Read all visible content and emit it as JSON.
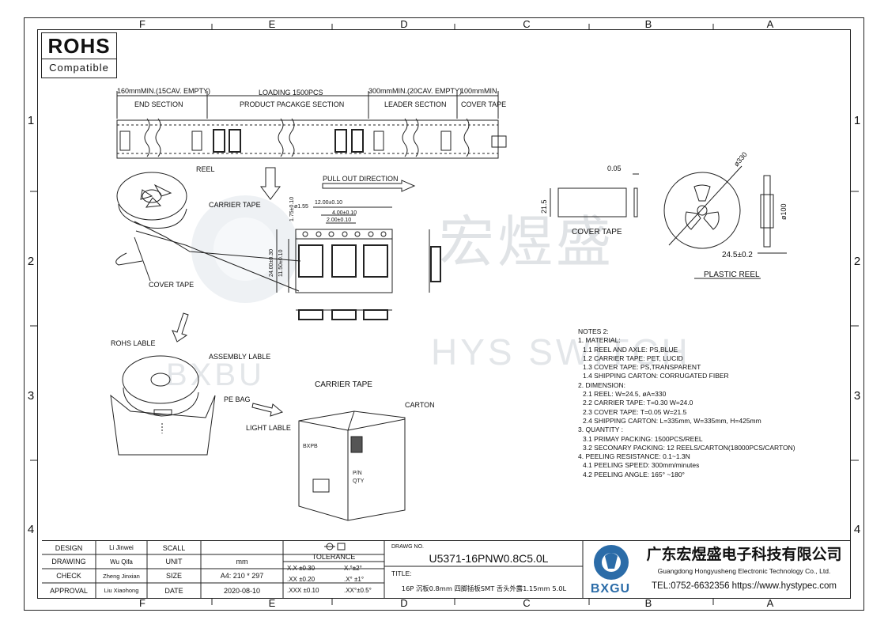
{
  "rohs": {
    "title": "ROHS",
    "subtitle": "Compatible"
  },
  "zones": {
    "letters": [
      "F",
      "E",
      "D",
      "C",
      "B",
      "A"
    ],
    "numbers": [
      "1",
      "2",
      "3",
      "4"
    ]
  },
  "watermark": {
    "chinese": "宏煜盛",
    "english": "HYS SWITCH",
    "brand": "BXBU"
  },
  "tape": {
    "end_len": "160mmMIN.(15CAV. EMPTY)",
    "end_section": "END SECTION",
    "loading": "LOADING 1500PCS",
    "product_section": "PRODUCT PACAKGE SECTION",
    "leader_len": "300mmMIN.(20CAV. EMPTY)",
    "leader_section": "LEADER SECTION",
    "cover_len": "100mmMIN.",
    "cover_section": "COVER TAPE"
  },
  "reel_labels": {
    "reel": "REEL",
    "carrier_tape": "CARRIER TAPE",
    "cover_tape": "COVER TAPE",
    "pull_out": "PULL OUT DIRECTION",
    "rohs_lable": "ROHS LABLE",
    "assembly_lable": "ASSEMBLY LABLE",
    "pe_bag": "PE BAG",
    "light_lable": "LIGHT LABLE",
    "carrier_tape_title": "CARRIER TAPE",
    "carton": "CARTON"
  },
  "dims": {
    "pitch12": "12.00±0.10",
    "pitch4": "4.00±0.10",
    "pitch2": "2.00±0.10",
    "hole": "1.75±0.10",
    "hole_d": "ø1.55",
    "w_11": "11.50±0.10",
    "w_24": "24.00±0.30",
    "cover_thk": "0.05",
    "cover_w": "21.5",
    "cover_tape_title": "COVER TAPE",
    "reel_d": "ø330",
    "hub_d": "ø100",
    "reel_w": "24.5±0.2",
    "plastic_reel": "PLASTIC REEL"
  },
  "notes": [
    "NOTES 2:",
    "1. MATERIAL:",
    "  1.1 REEL AND AXLE: PS,BLUE",
    "  1.2 CARRIER TAPE: PET, LUCID",
    "  1.3 COVER TAPE: PS,TRANSPARENT",
    "  1.4 SHIPPING CARTON: CORRUGATED FIBER",
    "2. DIMENSION:",
    "  2.1 REEL: W=24.5, øA=330",
    "  2.2 CARRIER TAPE: T=0.30    W=24.0",
    "  2.3 COVER TAPE: T=0.05     W=21.5",
    "  2.4 SHIPPING CARTON: L=335mm, W=335mm, H=425mm",
    "3. QUANTITY :",
    "  3.1 PRIMAY PACKING: 1500PCS/REEL",
    "  3.2 SECONARY PACKING: 12 REELS/CARTON(18000PCS/CARTON)",
    "4. PEELING RESISTANCE: 0.1~1.3N",
    "  4.1 PEELING SPEED: 300mm/minutes",
    "  4.2 PEELING ANGLE: 165° ~180°"
  ],
  "title_block": {
    "rows": [
      {
        "role": "DESIGN",
        "name": "Li Jinwei",
        "key": "SCALL",
        "val": ""
      },
      {
        "role": "DRAWING",
        "name": "Wu Qifa",
        "key": "UNIT",
        "val": "mm"
      },
      {
        "role": "CHECK",
        "name": "Zheng Jinxian",
        "key": "SIZE",
        "val": "A4: 210 * 297"
      },
      {
        "role": "APPROVAL",
        "name": "Liu Xiaohong",
        "key": "DATE",
        "val": "2020-08-10"
      }
    ],
    "tolerance_title": "TOLERANCE",
    "tol": [
      {
        "a": "X.X  ±0.30",
        "b": "X.°±2°"
      },
      {
        "a": ".XX  ±0.20",
        "b": ".X° ±1°"
      },
      {
        "a": ".XXX  ±0.10",
        "b": ".XX°±0.5°"
      }
    ],
    "drawing_no_label": "DRAWG NO.",
    "drawing_no": "U5371-16PNW0.8C5.0L",
    "title_label": "TITLE:",
    "title": "16P 沉板0.8mm 四脚插板SMT 舌头外露1.15mm 5.0L",
    "company_cn": "广东宏煜盛电子科技有限公司",
    "company_en": "Guangdong Hongyusheng Electronic Technology Co., Ltd.",
    "contact": "TEL:0752-6632356  https://www.hystypec.com",
    "logo_text": "BXGU"
  }
}
